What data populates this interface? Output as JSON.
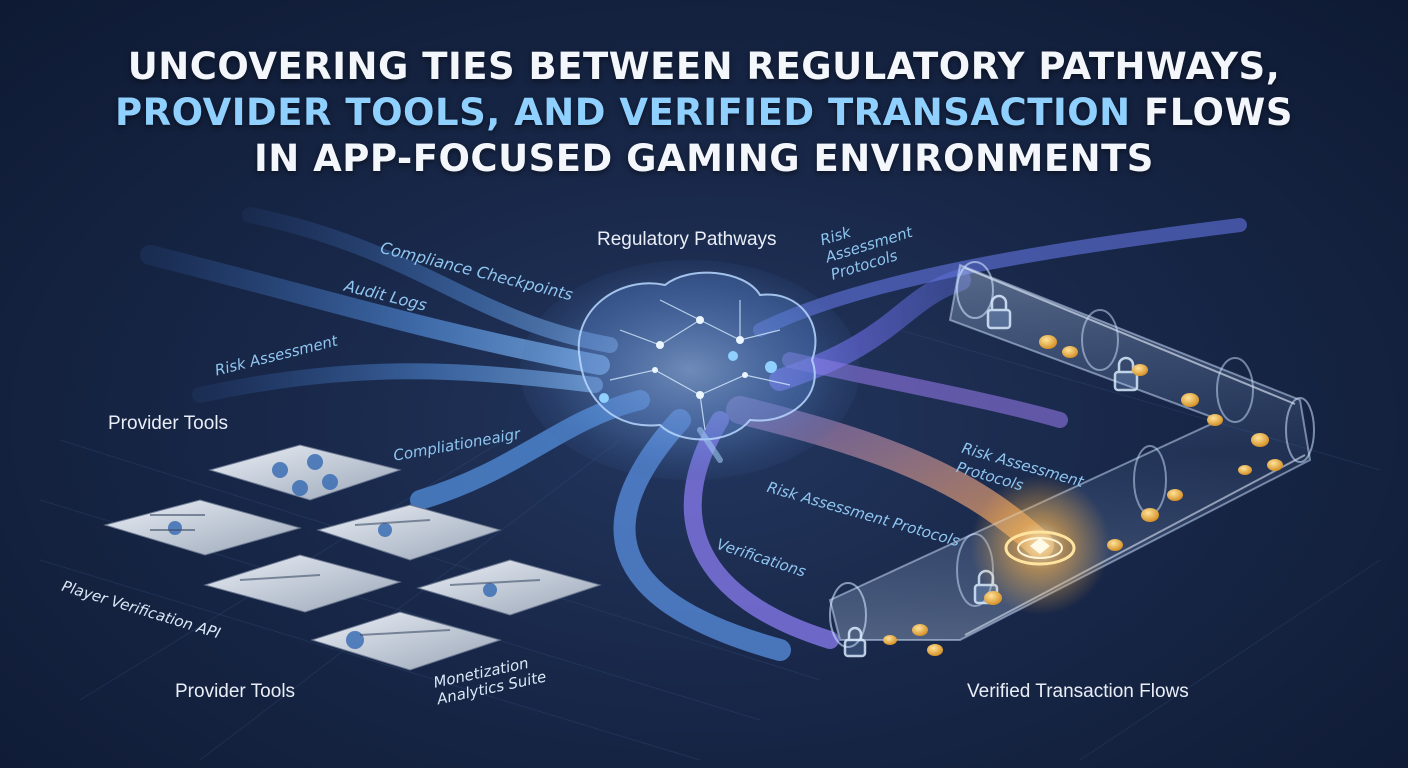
{
  "title": {
    "line1": "UNCOVERING TIES BETWEEN REGULATORY PATHWAYS,",
    "line2_accent": "PROVIDER TOOLS, AND VERIFIED TRANSACTION",
    "line2_rest": " FLOWS",
    "line3": "IN APP-FOCUSED GAMING ENVIRONMENTS"
  },
  "labels": {
    "regulatory_pathways": "Regulatory Pathways",
    "compliance_checkpoints": "Compliance Checkpoints",
    "audit_logs": "Audit Logs",
    "risk_assessment": "Risk Assessment",
    "risk_assessment_protocols_top": "Risk Assessment\nProtocols",
    "provider_tools_top": "Provider Tools",
    "compliance_ai": "Compliationeaigr",
    "risk_assessment_protocols_mid": "Risk Assessment\nProtocols",
    "risk_assessment_protocols_center": "Risk Assessment Protocols",
    "verifications": "Verifications",
    "player_verification_api": "Player Verification API",
    "provider_tools_bottom": "Provider Tools",
    "monetization_suite": "Monetization\nAnalytics Suite",
    "verified_transaction_flows": "Verified Transaction Flows"
  },
  "colors": {
    "background": "#182748",
    "accent_text": "#8fd0ff",
    "stream_blue": "#5a9cf0",
    "stream_violet": "#9a7cf0",
    "stream_gold": "#f0a85a",
    "coin": "#f2b94a"
  },
  "icons": [
    "brain-network-icon",
    "lock-icon",
    "coin-icon",
    "shield-icon"
  ]
}
